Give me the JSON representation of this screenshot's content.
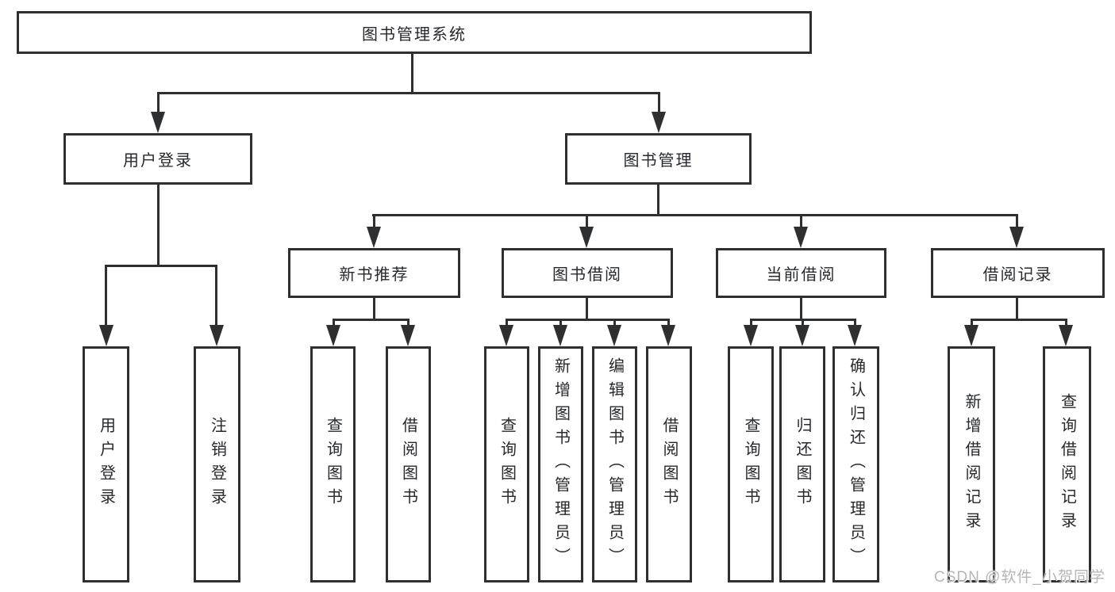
{
  "diagram": {
    "title": "图书管理系统",
    "nodes": {
      "root": "图书管理系统",
      "user_login": "用户登录",
      "book_mgmt": "图书管理",
      "new_book_rec": "新书推荐",
      "book_borrow": "图书借阅",
      "current_borrow": "当前借阅",
      "borrow_record": "借阅记录"
    },
    "leaves": {
      "user_login": [
        "用户登录",
        "注销登录"
      ],
      "new_book_rec": [
        "查询图书",
        "借阅图书"
      ],
      "book_borrow": [
        "查询图书",
        "新增图书（管理员）",
        "编辑图书（管理员）",
        "借阅图书"
      ],
      "current_borrow": [
        "查询图书",
        "归还图书",
        "确认归还（管理员）"
      ],
      "borrow_record": [
        "新增借阅记录",
        "查询借阅记录"
      ]
    },
    "watermark": "CSDN @软件_小贺同学",
    "colors": {
      "line": "#2d2f31",
      "box_border": "#2d2f31",
      "text": "#26282b",
      "watermark": "#b5b5b5",
      "background": "#ffffff"
    }
  }
}
